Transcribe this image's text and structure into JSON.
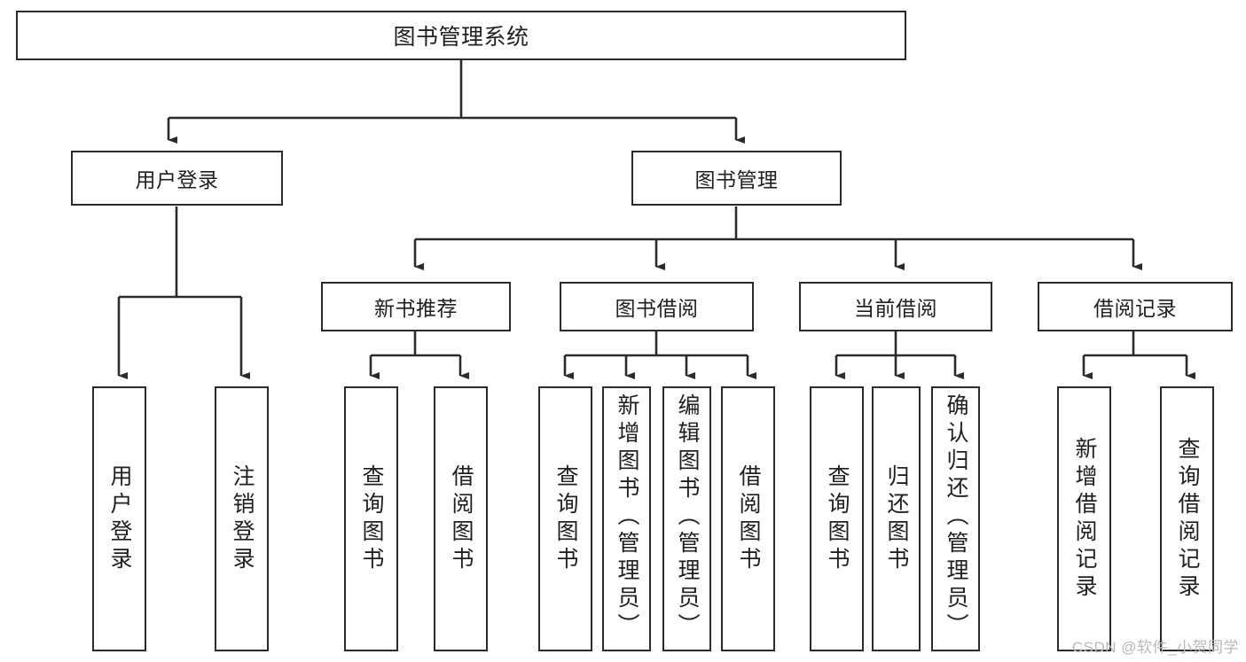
{
  "diagram": {
    "title": "图书管理系统",
    "type": "tree",
    "colors": {
      "box_border": "#2b2b2b",
      "box_fill": "#ffffff",
      "connector": "#2b2b2b",
      "text": "#1f1f1f",
      "watermark": "#b9b9b9",
      "background": "#ffffff"
    },
    "watermark": "CSDN @软件_小贺同学"
  },
  "nodes": {
    "root": {
      "label": "图书管理系统"
    },
    "level2": [
      {
        "id": "user-login",
        "label": "用户登录"
      },
      {
        "id": "book-manage",
        "label": "图书管理"
      }
    ],
    "level3": [
      {
        "id": "new-book-recommend",
        "label": "新书推荐"
      },
      {
        "id": "book-borrow",
        "label": "图书借阅"
      },
      {
        "id": "current-borrow",
        "label": "当前借阅"
      },
      {
        "id": "borrow-record",
        "label": "借阅记录"
      }
    ],
    "leaves": {
      "user_login": [
        {
          "id": "leaf-user-login",
          "label": "用户登录"
        },
        {
          "id": "leaf-user-logout",
          "label": "注销登录"
        }
      ],
      "new_book_recommend": [
        {
          "id": "leaf-query-book-1",
          "label": "查询图书"
        },
        {
          "id": "leaf-borrow-book-1",
          "label": "借阅图书"
        }
      ],
      "book_borrow": [
        {
          "id": "leaf-query-book-2",
          "label": "查询图书"
        },
        {
          "id": "leaf-add-book",
          "label": "新增图书（管理员）"
        },
        {
          "id": "leaf-edit-book",
          "label": "编辑图书（管理员）"
        },
        {
          "id": "leaf-borrow-book-2",
          "label": "借阅图书"
        }
      ],
      "current_borrow": [
        {
          "id": "leaf-query-book-3",
          "label": "查询图书"
        },
        {
          "id": "leaf-return-book",
          "label": "归还图书"
        },
        {
          "id": "leaf-confirm-return",
          "label": "确认归还（管理员）"
        }
      ],
      "borrow_record": [
        {
          "id": "leaf-add-record",
          "label": "新增借阅记录"
        },
        {
          "id": "leaf-query-record",
          "label": "查询借阅记录"
        }
      ]
    }
  },
  "chart_data": {
    "type": "tree",
    "title": "图书管理系统",
    "edges": [
      {
        "from": "图书管理系统",
        "to": "用户登录"
      },
      {
        "from": "图书管理系统",
        "to": "图书管理"
      },
      {
        "from": "用户登录",
        "to": "用户登录"
      },
      {
        "from": "用户登录",
        "to": "注销登录"
      },
      {
        "from": "图书管理",
        "to": "新书推荐"
      },
      {
        "from": "图书管理",
        "to": "图书借阅"
      },
      {
        "from": "图书管理",
        "to": "当前借阅"
      },
      {
        "from": "图书管理",
        "to": "借阅记录"
      },
      {
        "from": "新书推荐",
        "to": "查询图书"
      },
      {
        "from": "新书推荐",
        "to": "借阅图书"
      },
      {
        "from": "图书借阅",
        "to": "查询图书"
      },
      {
        "from": "图书借阅",
        "to": "新增图书（管理员）"
      },
      {
        "from": "图书借阅",
        "to": "编辑图书（管理员）"
      },
      {
        "from": "图书借阅",
        "to": "借阅图书"
      },
      {
        "from": "当前借阅",
        "to": "查询图书"
      },
      {
        "from": "当前借阅",
        "to": "归还图书"
      },
      {
        "from": "当前借阅",
        "to": "确认归还（管理员）"
      },
      {
        "from": "借阅记录",
        "to": "新增借阅记录"
      },
      {
        "from": "借阅记录",
        "to": "查询借阅记录"
      }
    ]
  }
}
